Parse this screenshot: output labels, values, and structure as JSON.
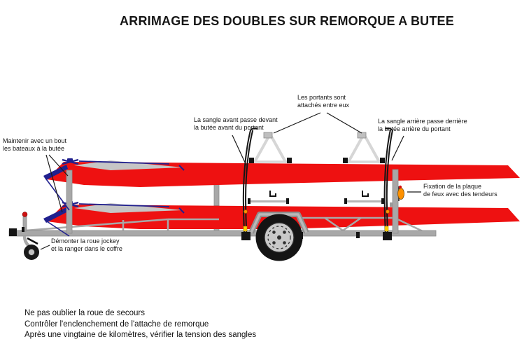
{
  "title": "ARRIMAGE DES DOUBLES SUR REMORQUE A BUTEE",
  "annotations": {
    "portants": {
      "line1": "Les portants sont",
      "line2": "attachés entre eux"
    },
    "sangle_avant": {
      "line1": "La sangle avant passe devant",
      "line2": "la butée avant du portant"
    },
    "sangle_arriere": {
      "line1": "La sangle arrière passe derrière",
      "line2": "la butée arrière du portant"
    },
    "maintenir": {
      "line1": "Maintenir avec un bout",
      "line2": "les bateaux à la butée"
    },
    "fixation": {
      "line1": "Fixation de la plaque",
      "line2": "de feux avec des tendeurs"
    },
    "jockey": {
      "line1": "Démonter la roue jockey",
      "line2": "et la ranger dans le coffre"
    }
  },
  "footer_notes": {
    "note1": "Ne pas oublier la roue de secours",
    "note2": "Contrôler l'enclenchement de l'attache de remorque",
    "note3": "Après une vingtaine de kilomètres, vérifier la tension des sangles"
  },
  "colors": {
    "boat_red": "#ee1111",
    "frame_gray": "#a8a8a8",
    "deck_gray": "#c6c6c6",
    "portant_gray": "#d6d6d6",
    "boat_navy": "#20208e",
    "strap_black": "#161616",
    "light_orange": "#ff9100",
    "buckle_yellow": "#ffd400"
  }
}
